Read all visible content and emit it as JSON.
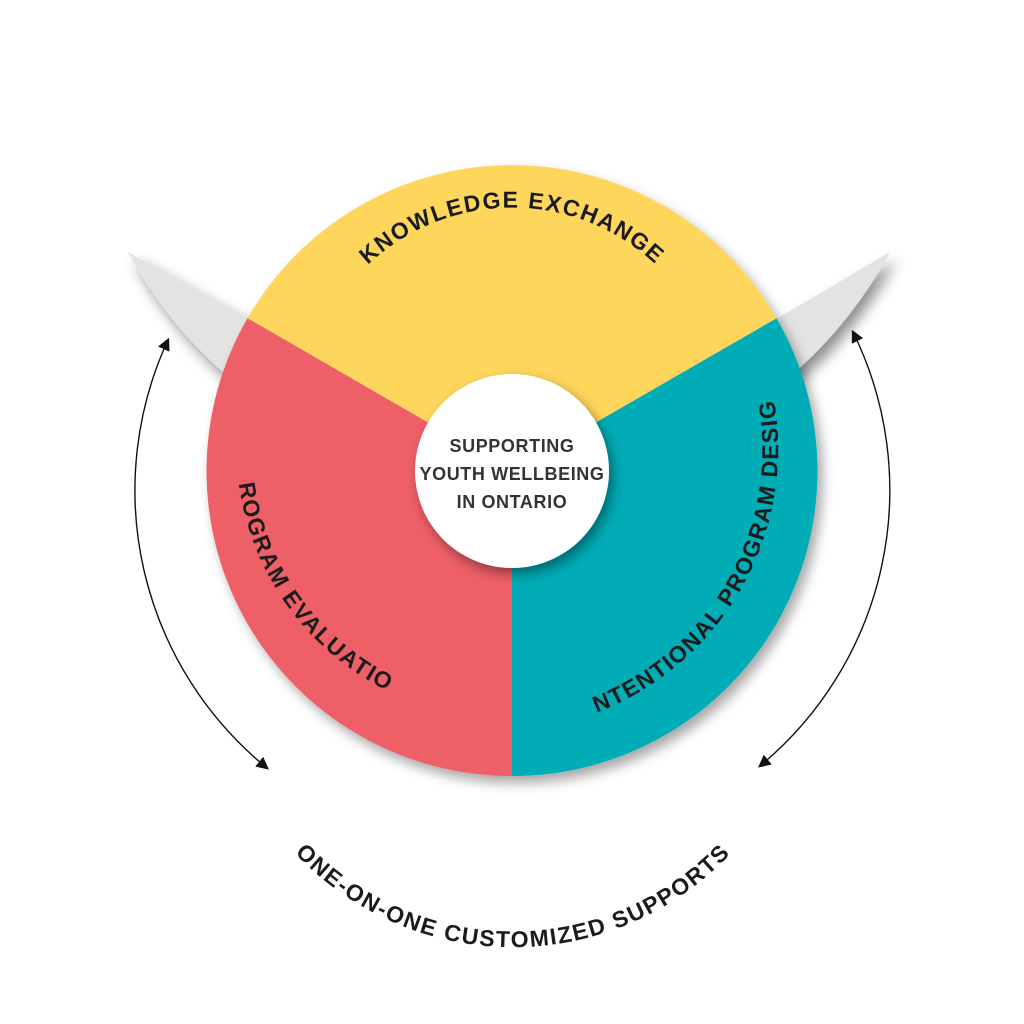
{
  "center": {
    "lines": [
      "SUPPORTING",
      "YOUTH WELLBEING",
      "IN ONTARIO"
    ],
    "color": "#ffffff"
  },
  "segments": [
    {
      "label": "KNOWLEDGE EXCHANGE",
      "color": "#fed65b"
    },
    {
      "label": "INTENTIONAL PROGRAM DESIGN",
      "color": "#03acb6"
    },
    {
      "label": "PROGRAM EVALUATION",
      "color": "#ef5e67"
    }
  ],
  "outer_ring": {
    "label": "ONE-ON-ONE CUSTOMIZED SUPPORTS",
    "color": "#e3e4e2"
  },
  "arrows": {
    "left": "bidirectional",
    "right": "bidirectional"
  }
}
